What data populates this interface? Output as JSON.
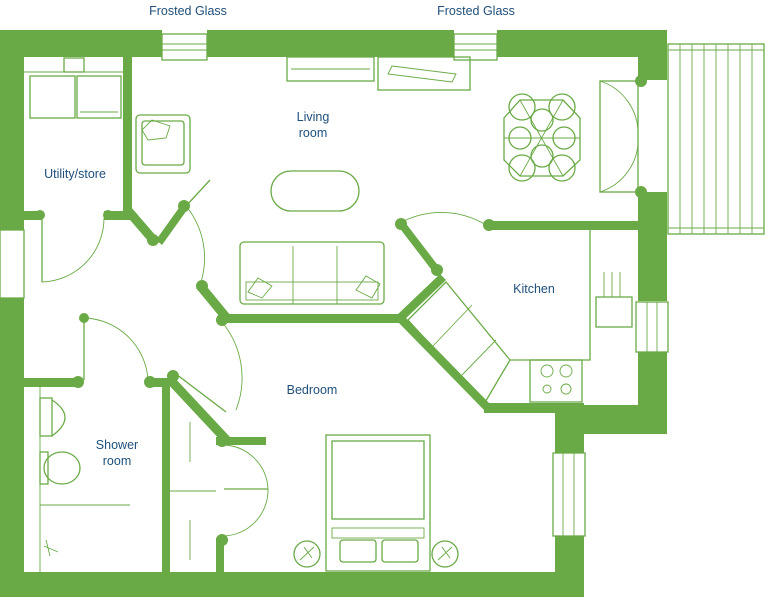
{
  "colors": {
    "wall": "#6aaa46",
    "label": "#1f4f7a",
    "background": "#ffffff"
  },
  "window_labels": {
    "left": "Frosted Glass",
    "right": "Frosted Glass"
  },
  "rooms": {
    "living": {
      "line1": "Living",
      "line2": "room"
    },
    "utility": {
      "label": "Utility/store"
    },
    "kitchen": {
      "label": "Kitchen"
    },
    "bedroom": {
      "label": "Bedroom"
    },
    "shower": {
      "line1": "Shower",
      "line2": "room"
    }
  }
}
